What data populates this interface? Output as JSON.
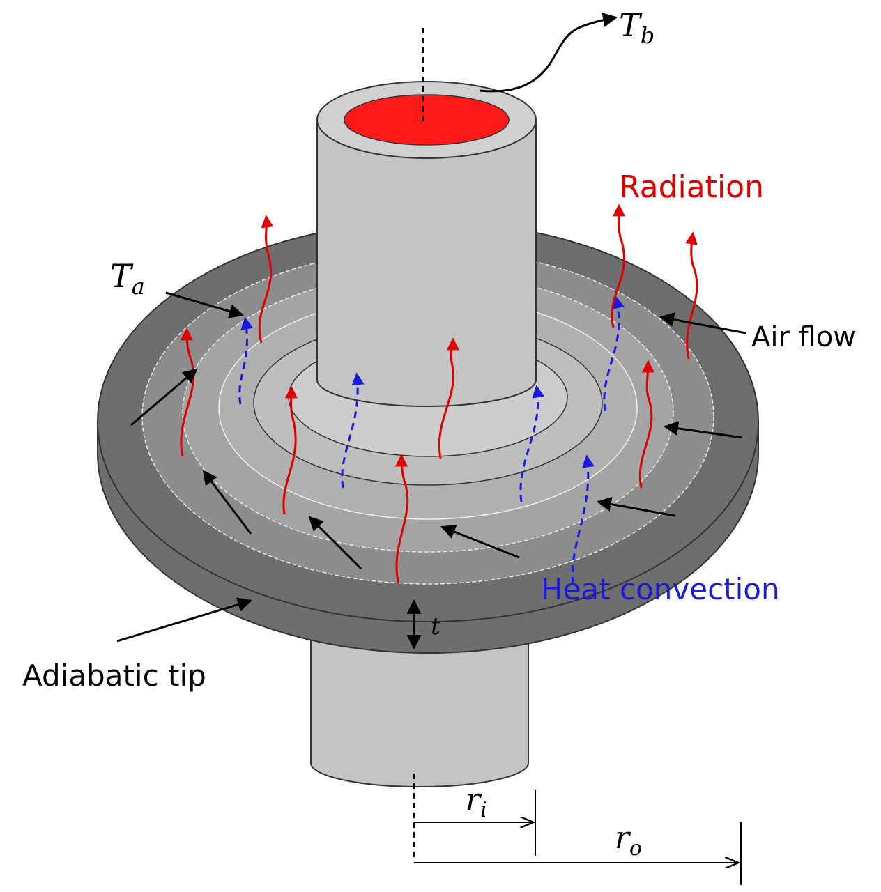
{
  "labels": {
    "T_b": {
      "main": "T",
      "sub": "b"
    },
    "T_a": {
      "main": "T",
      "sub": "a"
    },
    "radiation": "Radiation",
    "air_flow": "Air flow",
    "heat_convection": "Heat convection",
    "adiabatic_tip": "Adiabatic tip",
    "thickness": "t",
    "r_i": {
      "main": "r",
      "sub": "i"
    },
    "r_o": {
      "main": "r",
      "sub": "o"
    }
  },
  "colors": {
    "radiation": "#e00000",
    "convection": "#1a1adf",
    "airflow": "#000000",
    "fin_dark": "#6e6e6e",
    "fin_light": "#a9a9a9",
    "tube": "#c4c4c4",
    "hot_core": "#ff1a1a"
  }
}
